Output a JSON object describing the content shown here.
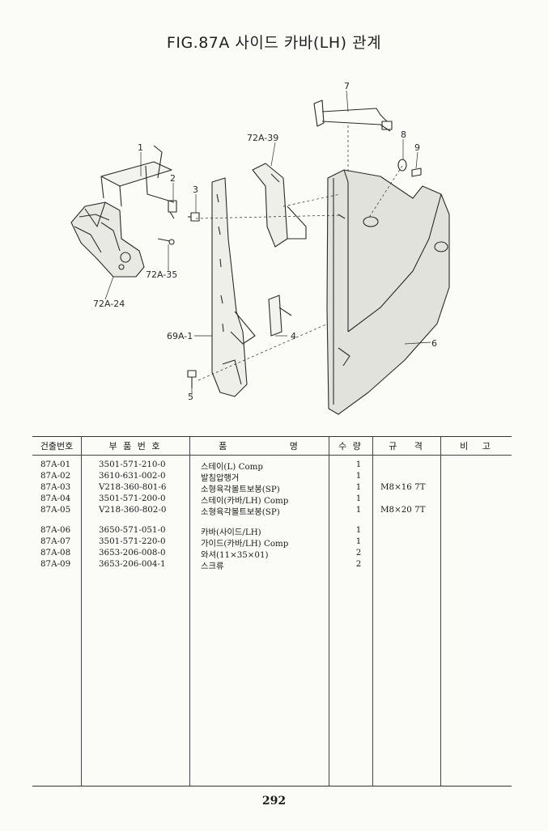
{
  "title": "FIG.87A 사이드 카바(LH) 관계",
  "callouts": {
    "c1": "1",
    "c2": "2",
    "c3": "3",
    "c4": "4",
    "c5": "5",
    "c6": "6",
    "c7": "7",
    "c8": "8",
    "c9": "9",
    "c72a39": "72A-39",
    "c72a35": "72A-35",
    "c72a24": "72A-24",
    "c69a1": "69A-1"
  },
  "table": {
    "headers": [
      "건출번호",
      "부 품 번 호",
      "품 명",
      "수 량",
      "규 격",
      "비 고"
    ],
    "rows": [
      {
        "no": "87A-01",
        "part": "3501-571-210-0",
        "name": "스테이(L) Comp",
        "qty": "1",
        "spec": ""
      },
      {
        "no": "87A-02",
        "part": "3610-631-002-0",
        "name": "발침압행거",
        "qty": "1",
        "spec": ""
      },
      {
        "no": "87A-03",
        "part": "V218-360-801-6",
        "name": "소형육각볼트보봉(SP)",
        "qty": "1",
        "spec": "M8×16 7T"
      },
      {
        "no": "87A-04",
        "part": "3501-571-200-0",
        "name": "스테이(카바/LH) Comp",
        "qty": "1",
        "spec": ""
      },
      {
        "no": "87A-05",
        "part": "V218-360-802-0",
        "name": "소형육각볼트보봉(SP)",
        "qty": "1",
        "spec": "M8×20 7T"
      },
      {
        "no": "87A-06",
        "part": "3650-571-051-0",
        "name": "카바(사이드/LH)",
        "qty": "1",
        "spec": ""
      },
      {
        "no": "87A-07",
        "part": "3501-571-220-0",
        "name": "가이드(카바/LH) Comp",
        "qty": "1",
        "spec": ""
      },
      {
        "no": "87A-08",
        "part": "3653-206-008-0",
        "name": "와셔(11×35×01)",
        "qty": "2",
        "spec": ""
      },
      {
        "no": "87A-09",
        "part": "3653-206-004-1",
        "name": "스크류",
        "qty": "2",
        "spec": ""
      }
    ]
  },
  "page_number": "292"
}
